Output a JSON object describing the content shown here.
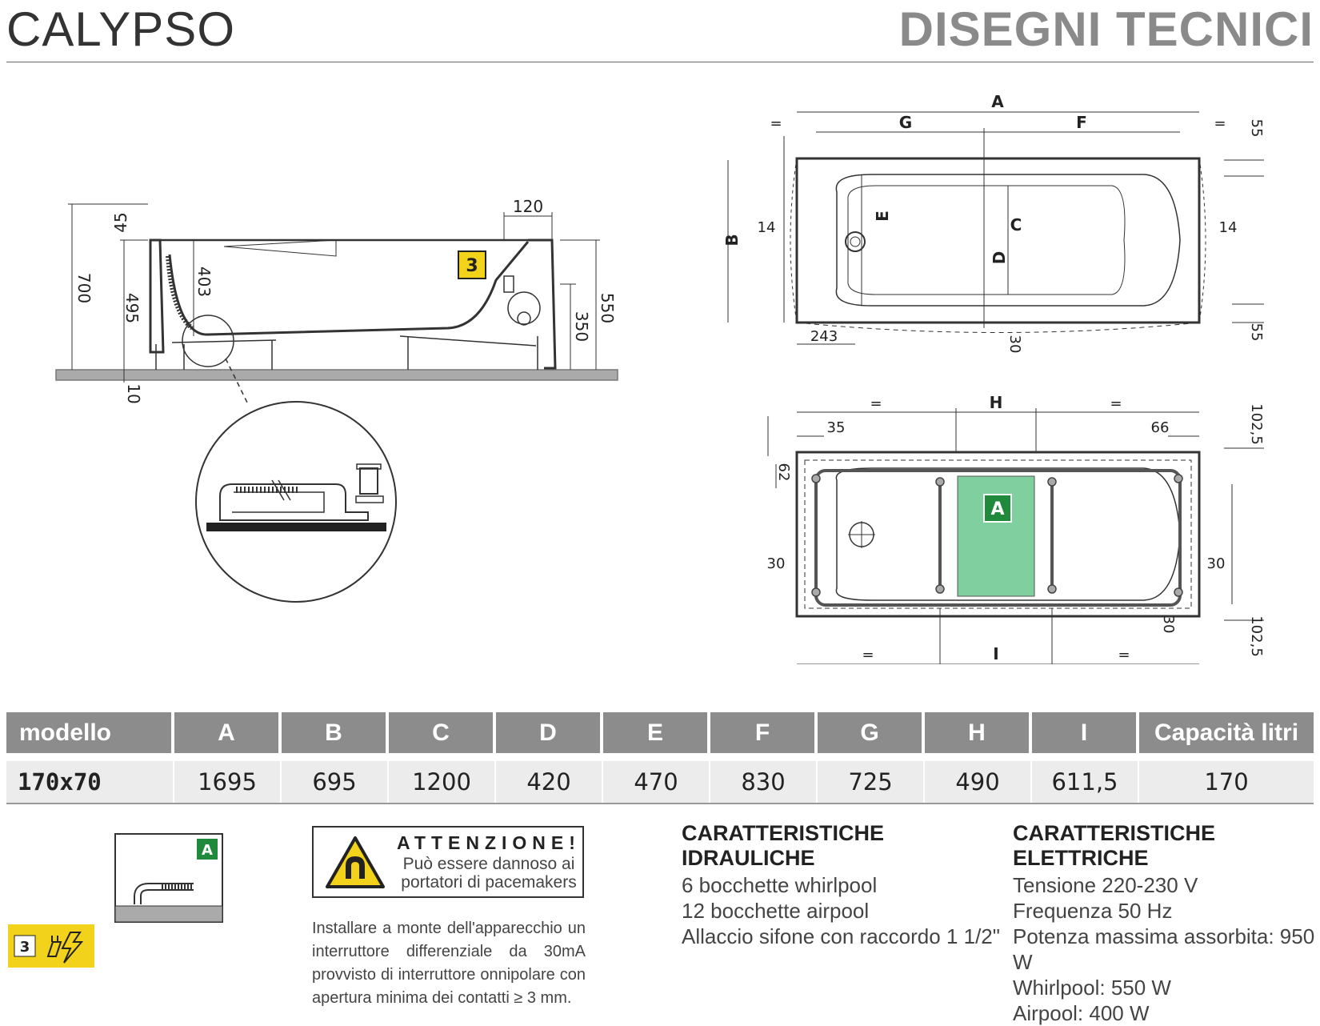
{
  "header": {
    "model_name": "CALYPSO",
    "section_title": "DISEGNI TECNICI"
  },
  "side_view": {
    "dims": {
      "overall_height": "700",
      "rim_offset": "45",
      "inner_height": "495",
      "basin_depth": "403",
      "panel_width": "120",
      "height_550": "550",
      "height_350": "350",
      "floor_gap": "10"
    },
    "badge_3": "3"
  },
  "top_view": {
    "labels": {
      "A": "A",
      "G": "G",
      "F": "F",
      "B": "B",
      "C": "C",
      "D": "D",
      "E": "E"
    },
    "dims": {
      "d55_top": "55",
      "d55_bottom": "55",
      "d14_left": "14",
      "d14_right": "14",
      "d243": "243",
      "d30": "30",
      "eq": "="
    }
  },
  "bottom_view": {
    "labels": {
      "H": "H",
      "I": "I",
      "A_zone": "A"
    },
    "dims": {
      "d35": "35",
      "d66": "66",
      "d102_top": "102,5",
      "d102_bottom": "102,5",
      "d62": "62",
      "d30_left": "30",
      "d30_right": "30",
      "d30_bottom": "30",
      "eq": "="
    }
  },
  "table": {
    "headers": [
      "modello",
      "A",
      "B",
      "C",
      "D",
      "E",
      "F",
      "G",
      "H",
      "I",
      "Capacità litri"
    ],
    "rows": [
      [
        "170x70",
        "1695",
        "695",
        "1200",
        "420",
        "470",
        "830",
        "725",
        "490",
        "611,5",
        "170"
      ]
    ]
  },
  "legend": {
    "badge_A": "A",
    "badge_3": "3"
  },
  "warning": {
    "title": "ATTENZIONE!",
    "text": "Può essere dannoso ai portatori di pacemakers",
    "install_note": "Installare a monte dell'apparecchio un interruttore differenziale da 30mA provvisto di interruttore onnipolare con apertura minima dei contatti ≥ 3 mm."
  },
  "hydraulic": {
    "title": "CARATTERISTICHE IDRAULICHE",
    "lines": [
      "6 bocchette whirlpool",
      "12 bocchette airpool",
      "Allaccio sifone con raccordo 1 1/2\""
    ]
  },
  "electric": {
    "title": "CARATTERISTICHE ELETTRICHE",
    "lines": [
      "Tensione 220-230 V",
      "Frequenza 50 Hz",
      "Potenza massima assorbita: 950 W",
      "Whirlpool: 550 W",
      "Airpool: 400 W"
    ]
  },
  "colors": {
    "badge_yellow": "#f2d21a",
    "zone_green": "#7fcf9f",
    "badge_green": "#1f8a3c",
    "header_grey": "#8c8c8c"
  }
}
